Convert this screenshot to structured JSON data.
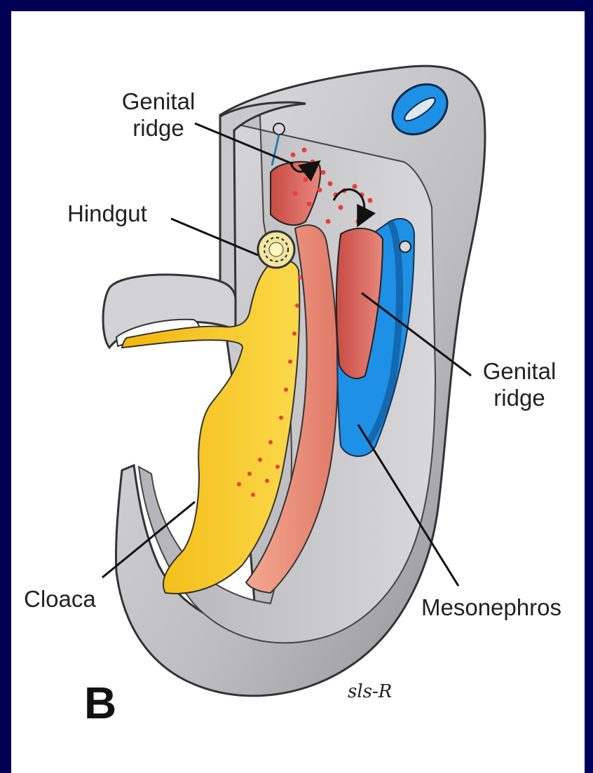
{
  "figure": {
    "panel_letter": "B",
    "signature": "sls-R",
    "labels": {
      "genital_ridge_top": [
        "Genital",
        "ridge"
      ],
      "hindgut": "Hindgut",
      "genital_ridge_right": [
        "Genital",
        "ridge"
      ],
      "cloaca": "Cloaca",
      "mesonephros": "Mesonephros"
    }
  },
  "colors": {
    "frame": "#000055",
    "background": "#ffffff",
    "tissue_gray": "#cfcfd1",
    "hindgut_yellow": "#f5c518",
    "mesonephros_blue": "#1e90e6",
    "genital_ridge_red": "#d9605a",
    "germ_cell_dots": "#e8403a"
  }
}
